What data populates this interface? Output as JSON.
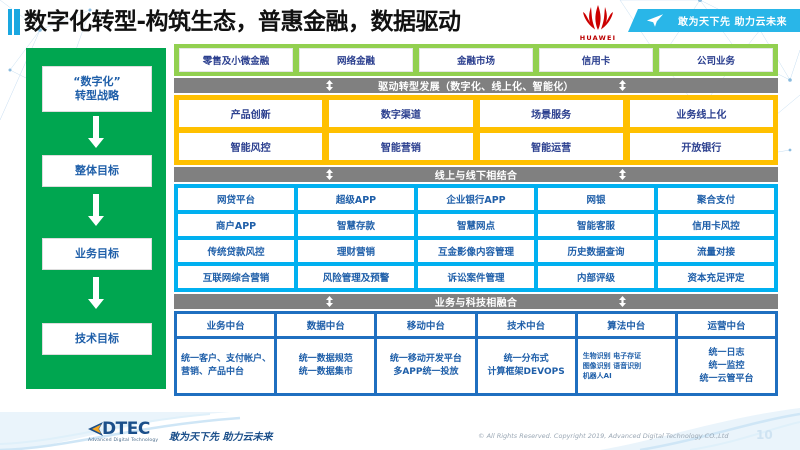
{
  "header": {
    "title": "数字化转型-构筑生态，普惠金融，数据驱动",
    "brand": "HUAWEI",
    "ribbon_text": "敢为天下先 助力云未来"
  },
  "strategy_column": {
    "items": [
      {
        "label": "“数字化”\n转型战略"
      },
      {
        "label": "整体目标"
      },
      {
        "label": "业务目标"
      },
      {
        "label": "技术目标"
      }
    ]
  },
  "business_lines": {
    "cells": [
      "零售及小微金融",
      "网络金融",
      "金融市场",
      "信用卡",
      "公司业务"
    ]
  },
  "divider_1": {
    "label": "驱动转型发展（数字化、线上化、智能化）"
  },
  "drive_section": {
    "rows": [
      [
        "产品创新",
        "数字渠道",
        "场景服务",
        "业务线上化"
      ],
      [
        "智能风控",
        "智能营销",
        "智能运营",
        "开放银行"
      ]
    ]
  },
  "divider_2": {
    "label": "线上与线下相结合"
  },
  "online_offline_section": {
    "rows": [
      [
        "网贷平台",
        "超级APP",
        "企业银行APP",
        "网银",
        "聚合支付"
      ],
      [
        "商户APP",
        "智慧存款",
        "智慧网点",
        "智能客服",
        "信用卡风控"
      ],
      [
        "传统贷款风控",
        "理财营销",
        "互金影像内容管理",
        "历史数据查询",
        "流量对接"
      ],
      [
        "互联网综合营销",
        "风险管理及预警",
        "诉讼案件管理",
        "内部评级",
        "资本充足评定"
      ]
    ]
  },
  "divider_3": {
    "label": "业务与科技相融合"
  },
  "midend_section": {
    "columns": [
      {
        "head": "业务中台",
        "body": "统一客户、支付帐户、营销、产品中台",
        "style": "left"
      },
      {
        "head": "数据中台",
        "body": "统一数据规范\n统一数据集市",
        "style": "center"
      },
      {
        "head": "移动中台",
        "body": "统一移动开发平台\n多APP统一投放",
        "style": "center"
      },
      {
        "head": "技术中台",
        "body": "统一分布式\n计算框架DEVOPS",
        "style": "center"
      },
      {
        "head": "算法中台",
        "body": "生物识别 电子存证\n图像识别 语音识别\n机器人AI",
        "style": "tiny"
      },
      {
        "head": "运营中台",
        "body": "统一日志\n统一监控\n统一云管平台",
        "style": "center"
      }
    ]
  },
  "footer": {
    "logo_word": "DTEC",
    "logo_sub": "Advanced Digital Technology",
    "tagline": "敢为天下先   助力云未来",
    "copyright": "© All Rights Reserved. Copyright 2019, Advanced Digital Technology CO.,Ltd",
    "page_number": "10"
  },
  "colors": {
    "green_sidebar": "#00a650",
    "green_bar": "#92d050",
    "orange": "#ffc000",
    "blue": "#00b0f0",
    "dark_blue": "#1f6fc0",
    "gray": "#808080",
    "text_blue": "#1f5fa9",
    "huawei_red": "#cc0000",
    "ribbon": "#29b6e8"
  }
}
